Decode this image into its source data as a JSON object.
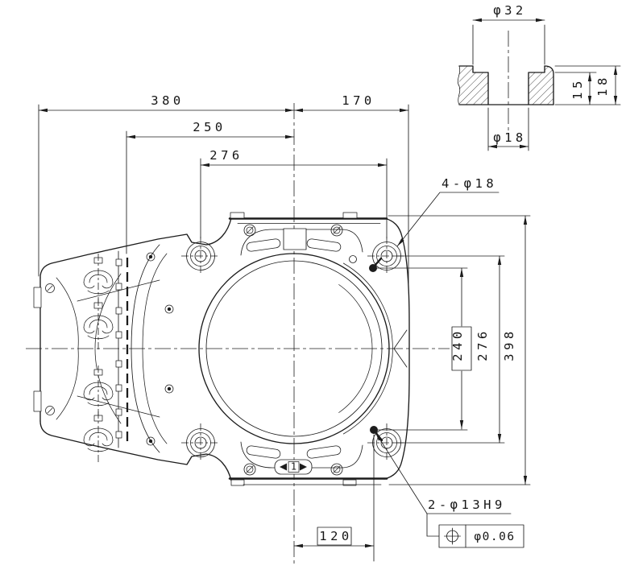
{
  "main_view": {
    "dimensions": {
      "total_width": "380",
      "right_offset": "170",
      "connector_face_offset": "250",
      "hole_span_horizontal": "276",
      "pin_span_vertical": "240",
      "hole_span_vertical": "276",
      "total_height": "398",
      "pin_offset_horizontal": "120"
    },
    "labels": {
      "mounting_holes": "4-φ18",
      "dowel_pins": "2-φ13H9",
      "position_tolerance_value": "φ0.06",
      "indicator_plate_number": "1"
    }
  },
  "detail_view": {
    "dimensions": {
      "counterbore_diameter": "φ32",
      "hole_diameter": "φ18",
      "hole_depth": "15",
      "plate_thickness": "18"
    }
  },
  "colors": {
    "line": "#1c1c1c",
    "background": "#ffffff"
  }
}
